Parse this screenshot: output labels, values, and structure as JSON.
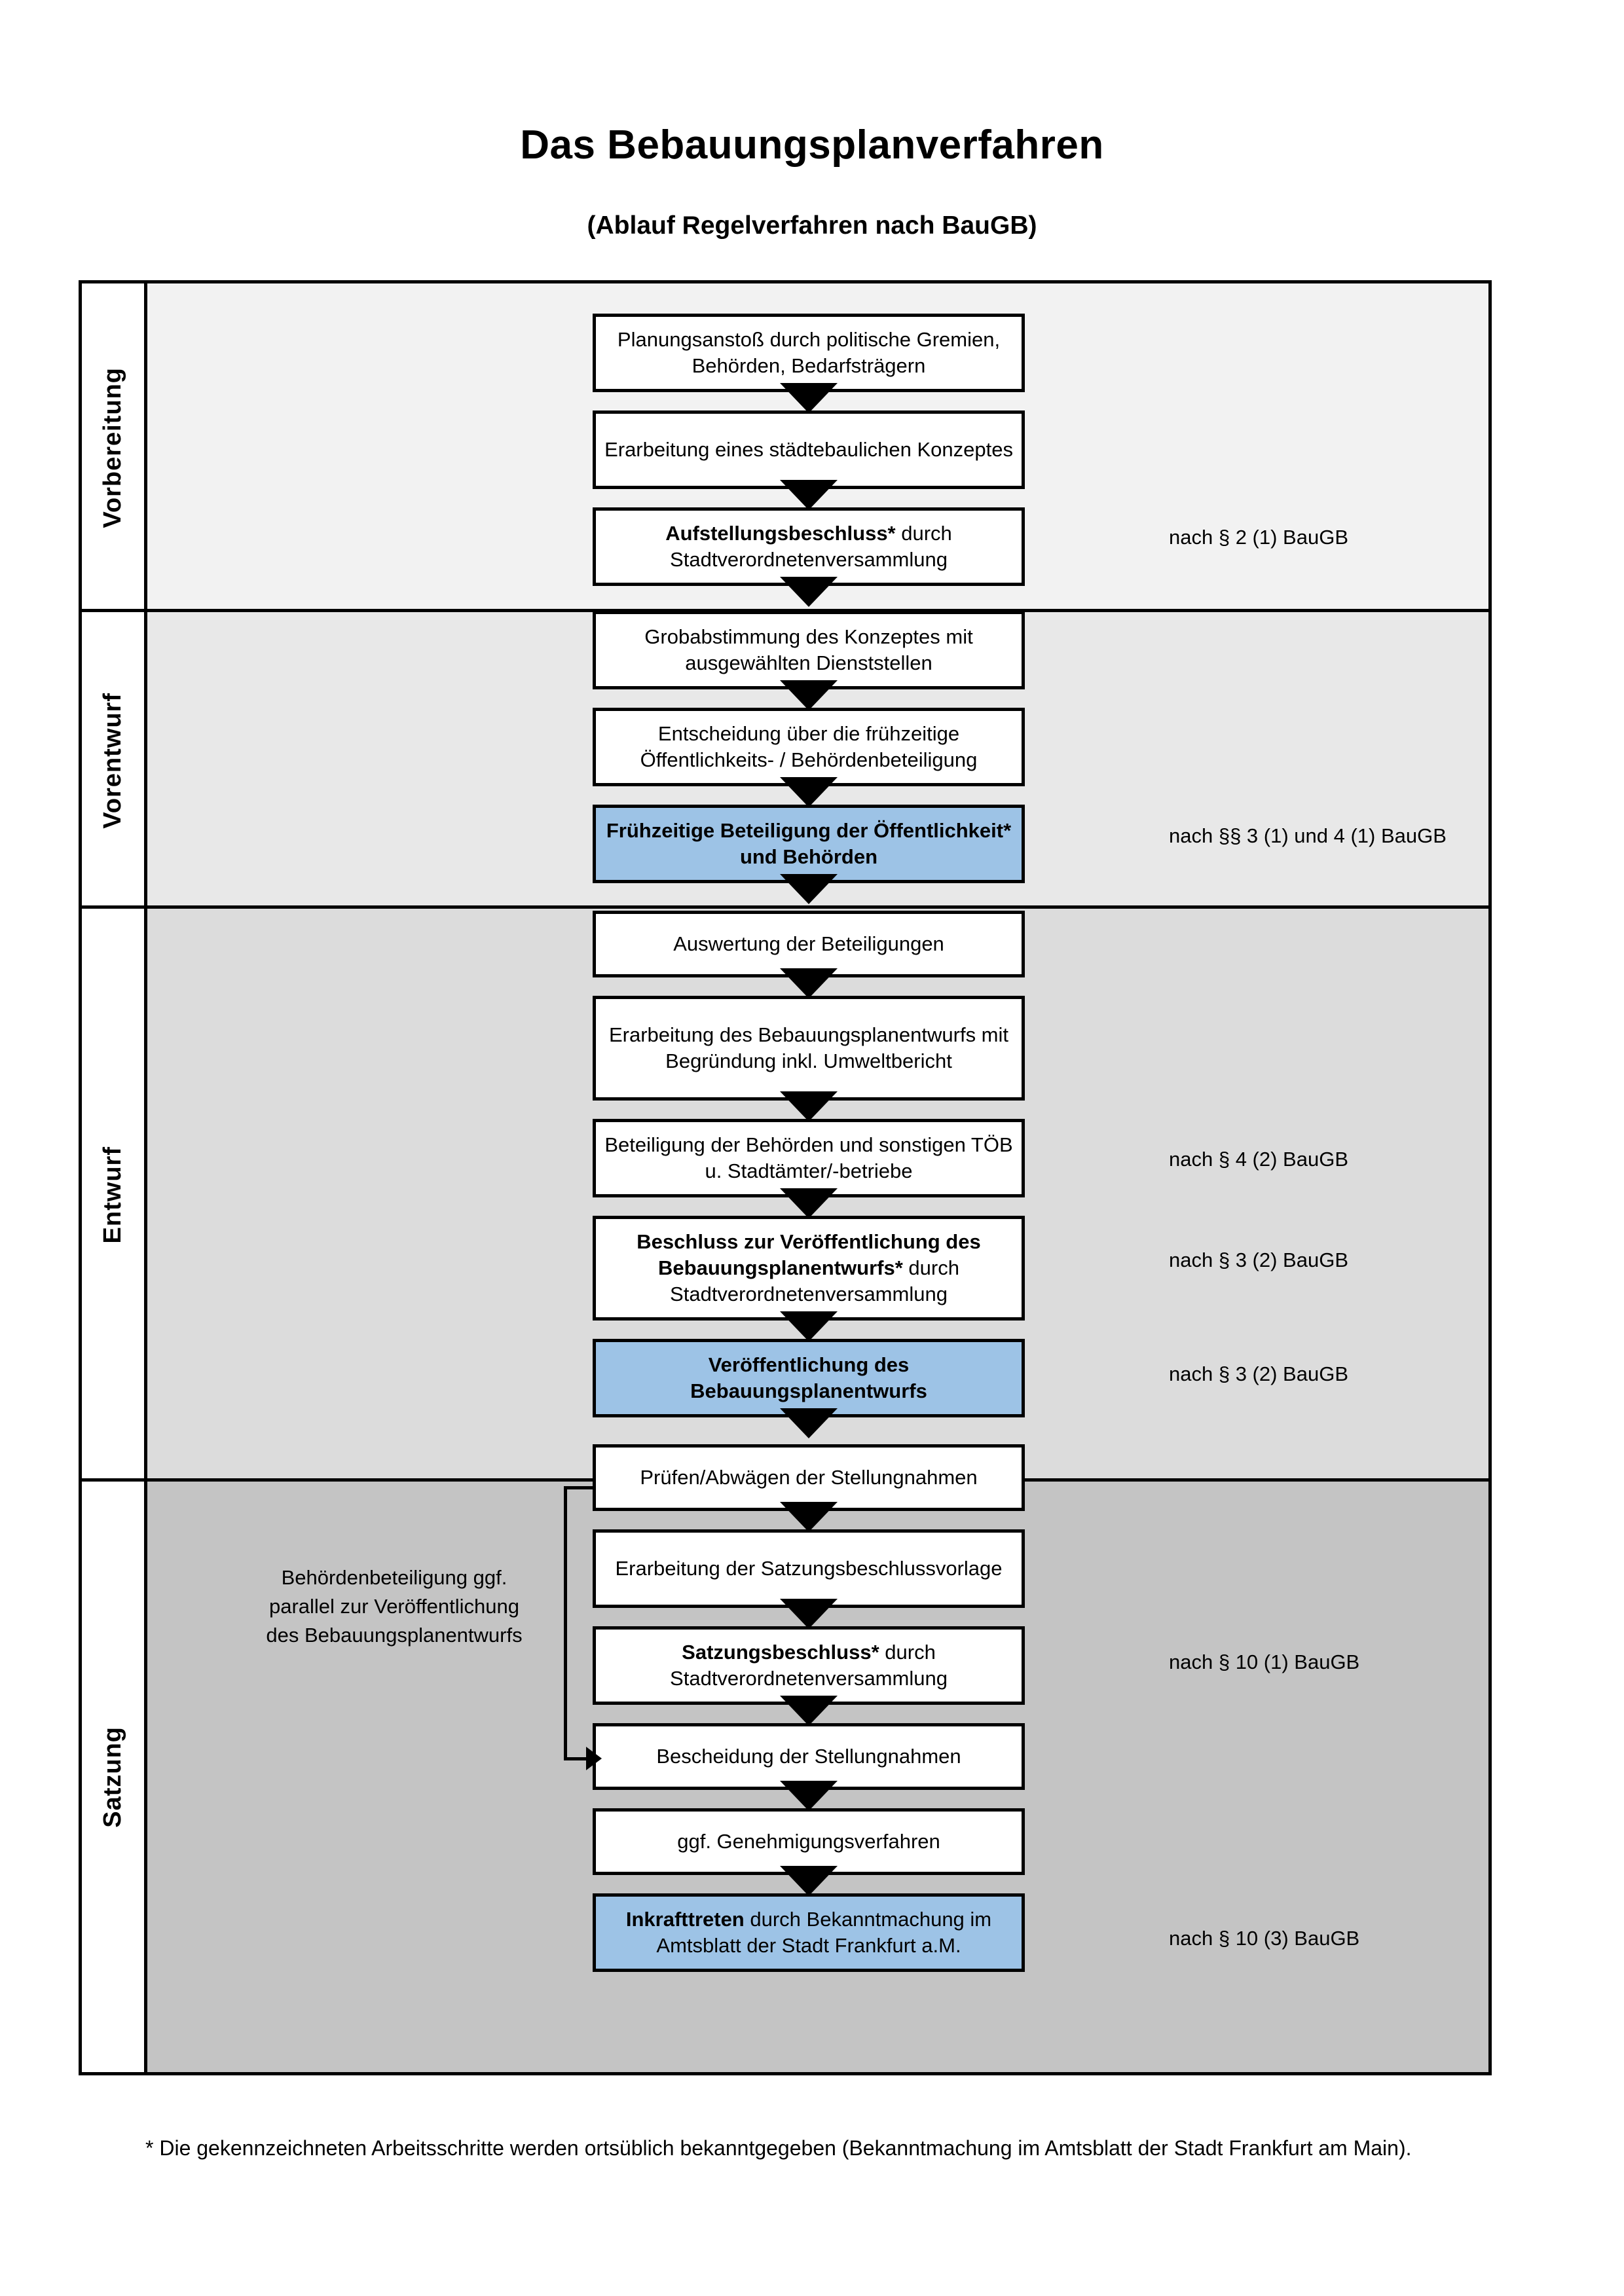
{
  "title": "Das Bebauungsplanverfahren",
  "subtitle": "(Ablauf Regelverfahren nach BauGB)",
  "phases": [
    {
      "label": "Vorbereitung"
    },
    {
      "label": "Vorentwurf"
    },
    {
      "label": "Entwurf"
    },
    {
      "label": "Satzung"
    }
  ],
  "nodes": [
    {
      "id": "planungsanstoss",
      "text": "Planungsanstoß durch politische Gremien, Behörden, Bedarfsträgern",
      "bold_prefix": "",
      "highlight": false
    },
    {
      "id": "staedtebauliches-konzept",
      "text": "Erarbeitung eines städtebaulichen Konzeptes",
      "bold_prefix": "",
      "highlight": false
    },
    {
      "id": "aufstellungsbeschluss",
      "text": " durch Stadtverordnetenversammlung",
      "bold_prefix": "Aufstellungsbeschluss*",
      "highlight": false
    },
    {
      "id": "grobabstimmung",
      "text": "Grobabstimmung des Konzeptes mit ausgewählten Dienststellen",
      "bold_prefix": "",
      "highlight": false
    },
    {
      "id": "entscheidung-fruehzeitige",
      "text": "Entscheidung über die frühzeitige Öffentlichkeits- / Behördenbeteiligung",
      "bold_prefix": "",
      "highlight": false
    },
    {
      "id": "fruehzeitige-beteiligung",
      "text": "",
      "bold_prefix": "Frühzeitige Beteiligung der Öffentlichkeit* und Behörden",
      "highlight": true
    },
    {
      "id": "auswertung-beteiligungen",
      "text": "Auswertung der Beteiligungen",
      "bold_prefix": "",
      "highlight": false
    },
    {
      "id": "erarbeitung-entwurf",
      "text": "Erarbeitung des Bebauungsplanentwurfs mit Begründung inkl. Umweltbericht",
      "bold_prefix": "",
      "highlight": false
    },
    {
      "id": "beteiligung-behoerden",
      "text": "Beteiligung der Behörden und sonstigen TÖB u. Stadtämter/-betriebe",
      "bold_prefix": "",
      "highlight": false
    },
    {
      "id": "beschluss-veroeffentlichung",
      "text": " durch Stadtverordnetenversammlung",
      "bold_prefix": "Beschluss zur Veröffentlichung des Bebauungsplanentwurfs*",
      "highlight": false
    },
    {
      "id": "veroeffentlichung",
      "text": "",
      "bold_prefix": "Veröffentlichung des Bebauungsplanentwurfs",
      "highlight": true
    },
    {
      "id": "pruefen-abwaegen",
      "text": "Prüfen/Abwägen der Stellungnahmen",
      "bold_prefix": "",
      "highlight": false
    },
    {
      "id": "satzungsbeschlussvorlage",
      "text": "Erarbeitung der Satzungsbeschlussvorlage",
      "bold_prefix": "",
      "highlight": false
    },
    {
      "id": "satzungsbeschluss",
      "text": " durch Stadtverordnetenversammlung",
      "bold_prefix": "Satzungsbeschluss*",
      "highlight": false
    },
    {
      "id": "bescheidung",
      "text": "Bescheidung der Stellungnahmen",
      "bold_prefix": "",
      "highlight": false
    },
    {
      "id": "genehmigungsverfahren",
      "text": "ggf. Genehmigungsverfahren",
      "bold_prefix": "",
      "highlight": false
    },
    {
      "id": "inkrafttreten",
      "text": " durch Bekanntmachung im Amtsblatt der Stadt Frankfurt a.M.",
      "bold_prefix": "Inkrafttreten",
      "highlight": true
    }
  ],
  "legal_notes": [
    {
      "id": "note-par2-1",
      "text": "nach § 2 (1) BauGB"
    },
    {
      "id": "note-par3-1-4-1",
      "text": "nach §§ 3 (1) und 4 (1) BauGB"
    },
    {
      "id": "note-par4-2",
      "text": "nach § 4 (2) BauGB"
    },
    {
      "id": "note-par3-2-a",
      "text": "nach § 3 (2) BauGB"
    },
    {
      "id": "note-par3-2-b",
      "text": "nach § 3 (2) BauGB"
    },
    {
      "id": "note-par10-1",
      "text": "nach § 10 (1) BauGB"
    },
    {
      "id": "note-par10-3",
      "text": "nach § 10 (3) BauGB"
    }
  ],
  "side_note": "Behördenbeteiligung ggf. parallel zur Veröffentlichung des Bebauungsplanentwurfs",
  "footnote": "* Die gekennzeichneten Arbeitsschritte werden ortsüblich bekanntgegeben (Bekanntmachung im Amtsblatt  der Stadt Frankfurt am Main).",
  "colors": {
    "highlight_box": "#9DC3E6",
    "phase_0_bg": "#F2F2F2",
    "phase_1_bg": "#E8E8E8",
    "phase_2_bg": "#DCDCDC",
    "phase_3_bg": "#C4C4C4",
    "border": "#000000"
  }
}
